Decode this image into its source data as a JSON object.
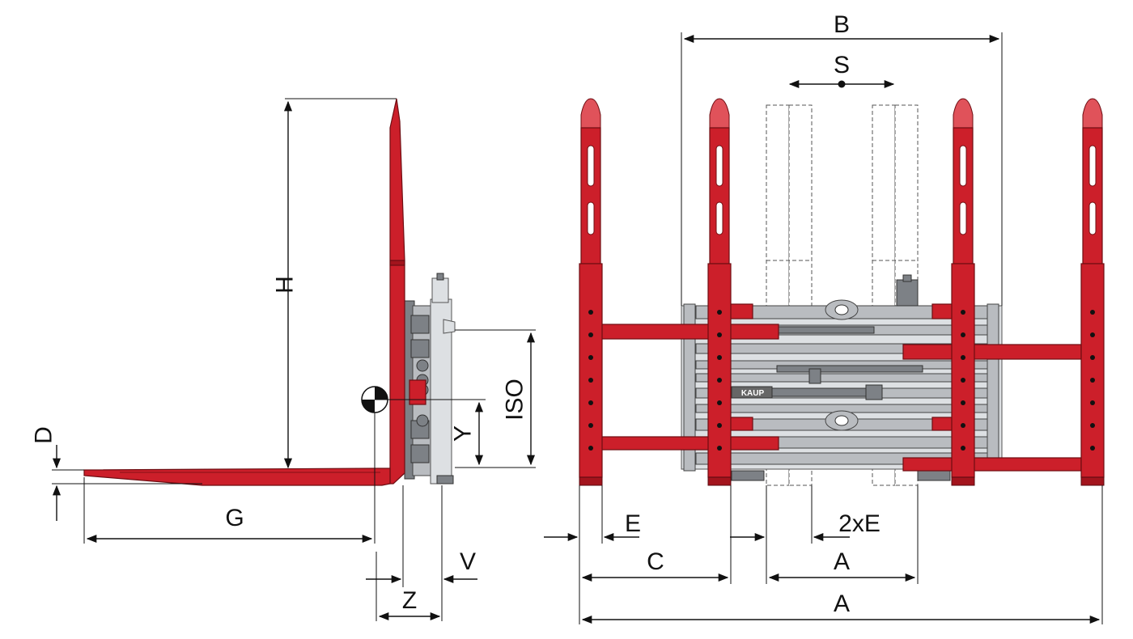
{
  "side_view": {
    "labels": {
      "height": "H",
      "iso": "ISO",
      "load_centre_y": "Y",
      "fork_thickness": "D",
      "fork_length": "G",
      "distance_z": "Z",
      "distance_v": "V"
    }
  },
  "front_view": {
    "labels": {
      "overall_width_b": "B",
      "sideshift_s": "S",
      "arm_width_e": "E",
      "double_arm_width": "2xE",
      "arm_opening_a_inner": "A",
      "distance_c": "C",
      "arm_opening_a_outer": "A"
    },
    "brand_plate": "KAUP"
  },
  "colors": {
    "fork_red": "#cc1f2a",
    "frame_grey": "#b9bcc0",
    "dimension_line": "#111111"
  }
}
